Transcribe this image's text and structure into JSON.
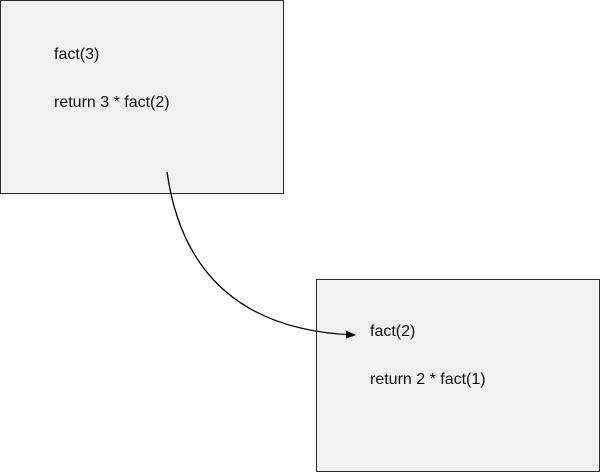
{
  "frames": [
    {
      "lines": [
        "fact(3)",
        "return 3 * fact(2)"
      ]
    },
    {
      "lines": [
        "fact(2)",
        "return 2 * fact(1)"
      ]
    }
  ],
  "colors": {
    "frame_fill": "#f1f1f1",
    "frame_border": "#2a2a2a",
    "text": "#111111",
    "arrow": "#000000"
  }
}
